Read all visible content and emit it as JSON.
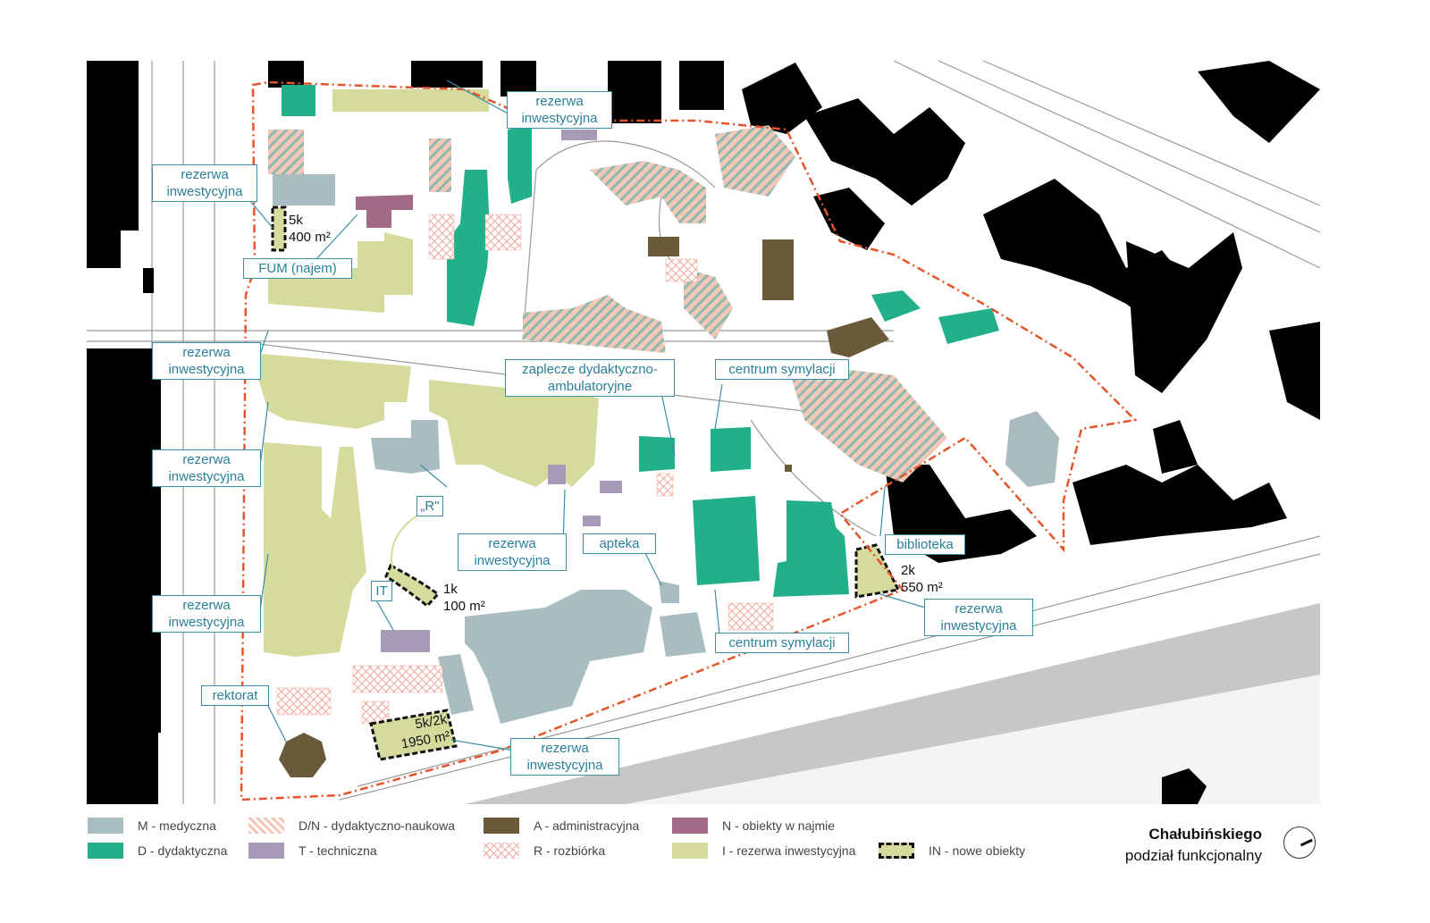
{
  "title": {
    "street": "Chałubińskiego",
    "subtitle": "podział funkcjonalny"
  },
  "colors": {
    "medical": "#a9bcc0",
    "teaching": "#21b08a",
    "research_hatch": "#f3c8b8",
    "research_stripe": "#8fb9ad",
    "technical": "#a89bb8",
    "demolition": "#f0a99a",
    "administrative": "#6b5a3a",
    "rented": "#a36a86",
    "reserve": "#d4db9c",
    "boundary": "#e5542a",
    "label_text": "#2a7f99",
    "road": "#c7c7c7",
    "building_black": "#000000"
  },
  "labels": {
    "rezerwa_top": "rezerwa\ninwestycyjna",
    "rezerwa_left1": "rezerwa\ninwestycyjna",
    "fum": "FUM (najem)",
    "rezerwa_left2": "rezerwa\ninwestycyjna",
    "zaplecze": "zaplecze dydaktyczno-\nambulatoryjne",
    "centrum1": "centrum symylacji",
    "rezerwa_left3": "rezerwa\ninwestycyjna",
    "r": "„R\"",
    "rezerwa_mid": "rezerwa\ninwestycyjna",
    "apteka": "apteka",
    "biblioteka": "biblioteka",
    "it": "IT",
    "rezerwa_left4": "rezerwa\ninwestycyjna",
    "rezerwa_right": "rezerwa\ninwestycyjna",
    "centrum2": "centrum symylacji",
    "rektorat": "rektorat",
    "rezerwa_bottom": "rezerwa\ninwestycyjna"
  },
  "notes": {
    "n1": "5k\n400 m²",
    "n2": "2k\n550 m²",
    "n3": "1k\n100 m²",
    "n4": "5k/2k\n1950 m²"
  },
  "legend": {
    "items": [
      {
        "label": "M - medyczna",
        "swatch": "medical"
      },
      {
        "label": "D - dydaktyczna",
        "swatch": "teaching"
      },
      {
        "label": "D/N - dydaktyczno-naukowa",
        "swatch": "research"
      },
      {
        "label": "T - techniczna",
        "swatch": "technical"
      },
      {
        "label": "A - administracyjna",
        "swatch": "administrative"
      },
      {
        "label": "R - rozbiórka",
        "swatch": "demolition"
      },
      {
        "label": "N - obiekty w najmie",
        "swatch": "rented"
      },
      {
        "label": "I - rezerwa inwestycyjna",
        "swatch": "reserve"
      },
      {
        "label": "IN - nowe obiekty",
        "swatch": "new"
      }
    ]
  }
}
